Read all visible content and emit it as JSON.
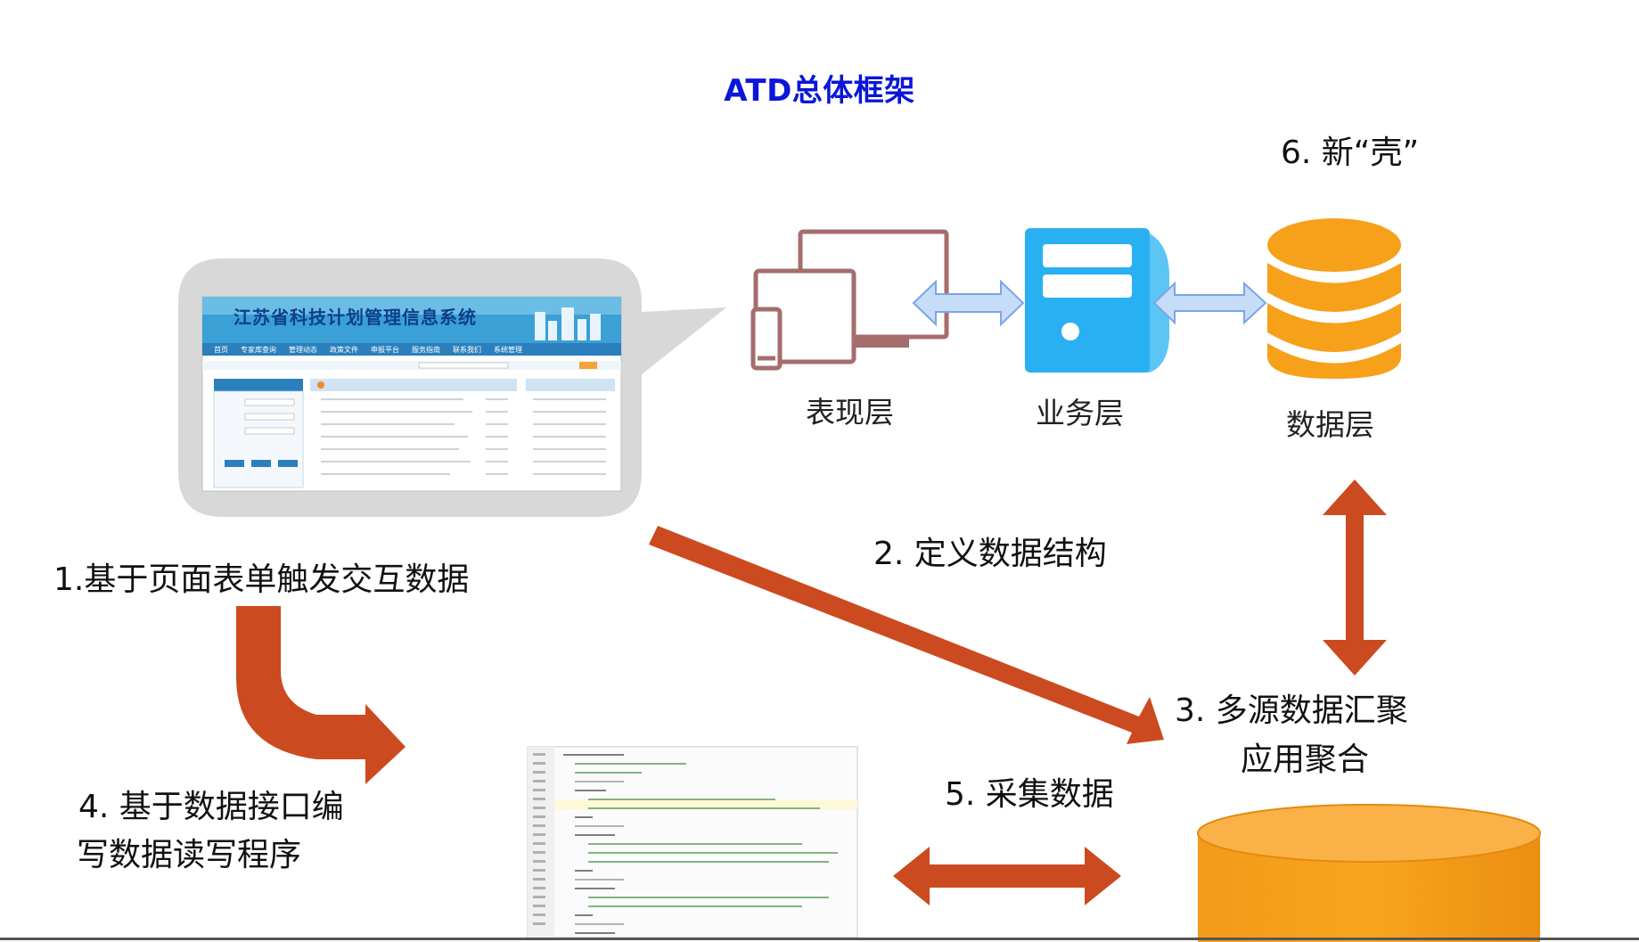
{
  "title": "ATD总体框架",
  "colors": {
    "title": "#0a17d8",
    "arrow": "#cc4a1f",
    "database": "#f7a41a",
    "server": "#29b6f6",
    "device": "#a07070",
    "bubble": "#d9d9d9"
  },
  "steps": {
    "step1": "1.基于页面表单触发交互数据",
    "step2": "2. 定义数据结构",
    "step3_line1": "3. 多源数据汇聚",
    "step3_line2": "应用聚合",
    "step4_line1": "4. 基于数据接口编",
    "step4_line2": "写数据读写程序",
    "step5": "5. 采集数据",
    "step6": "6. 新“壳”"
  },
  "layers": {
    "presentation": "表现层",
    "business": "业务层",
    "data": "数据层"
  },
  "screenshot": {
    "banner": "江苏省科技计划管理信息系统",
    "nav": [
      "首页",
      "专家库查询",
      "管理动态",
      "政策文件",
      "申报平台",
      "服务指南",
      "联系我们",
      "系统管理"
    ]
  },
  "icons": [
    "device-icon",
    "server-icon",
    "database-icon",
    "cylinder-icon"
  ]
}
